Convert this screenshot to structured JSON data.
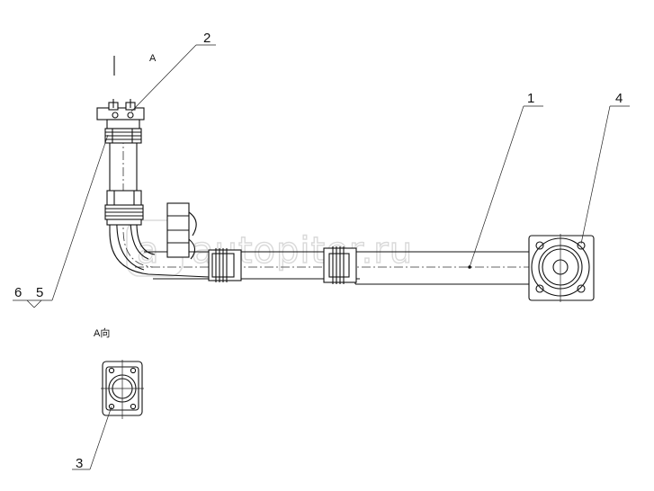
{
  "drawing": {
    "view_marker_top": "A",
    "view_caption": "A向",
    "callouts": [
      {
        "id": "callout-1",
        "text": "1"
      },
      {
        "id": "callout-2",
        "text": "2"
      },
      {
        "id": "callout-3",
        "text": "3"
      },
      {
        "id": "callout-4",
        "text": "4"
      },
      {
        "id": "callout-5",
        "text": "5"
      },
      {
        "id": "callout-6",
        "text": "6"
      }
    ],
    "watermark": "autopiter.ru"
  },
  "colors": {
    "line": "#111111",
    "background": "#ffffff",
    "watermark": "#d9d9d9"
  }
}
